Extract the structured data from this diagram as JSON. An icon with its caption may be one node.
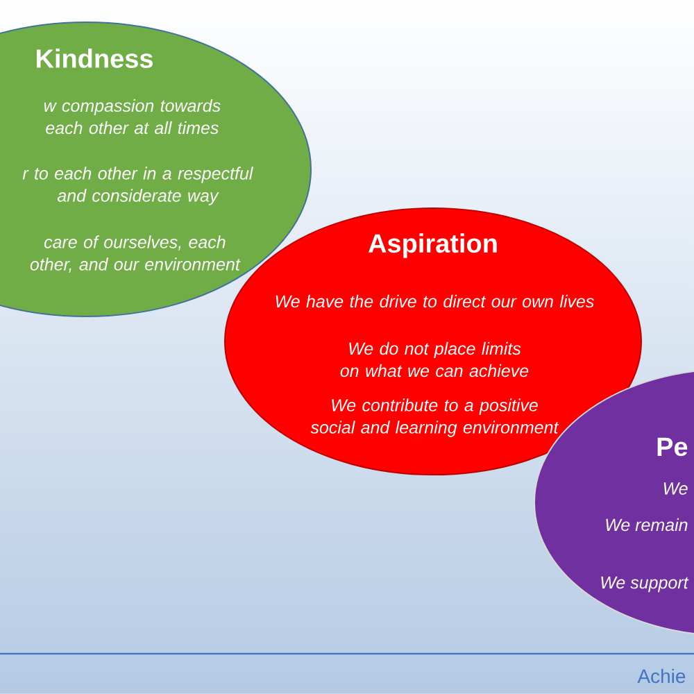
{
  "diagram": {
    "nodes": [
      {
        "text": [
          "Kindness",
          "w compassion towards each other at all times",
          "r to each other in a respectful and considerate way",
          "care of ourselves, each other, and our environment"
        ]
      },
      {
        "text": [
          "Aspiration",
          "We have the drive to direct our own lives",
          "We do not place limits on what we can achieve",
          "We contribute to a positive social and learning environment"
        ]
      },
      {
        "text": [
          "Pe",
          "We",
          "We remain",
          "We support"
        ]
      }
    ],
    "labels": [
      "Achie"
    ]
  }
}
